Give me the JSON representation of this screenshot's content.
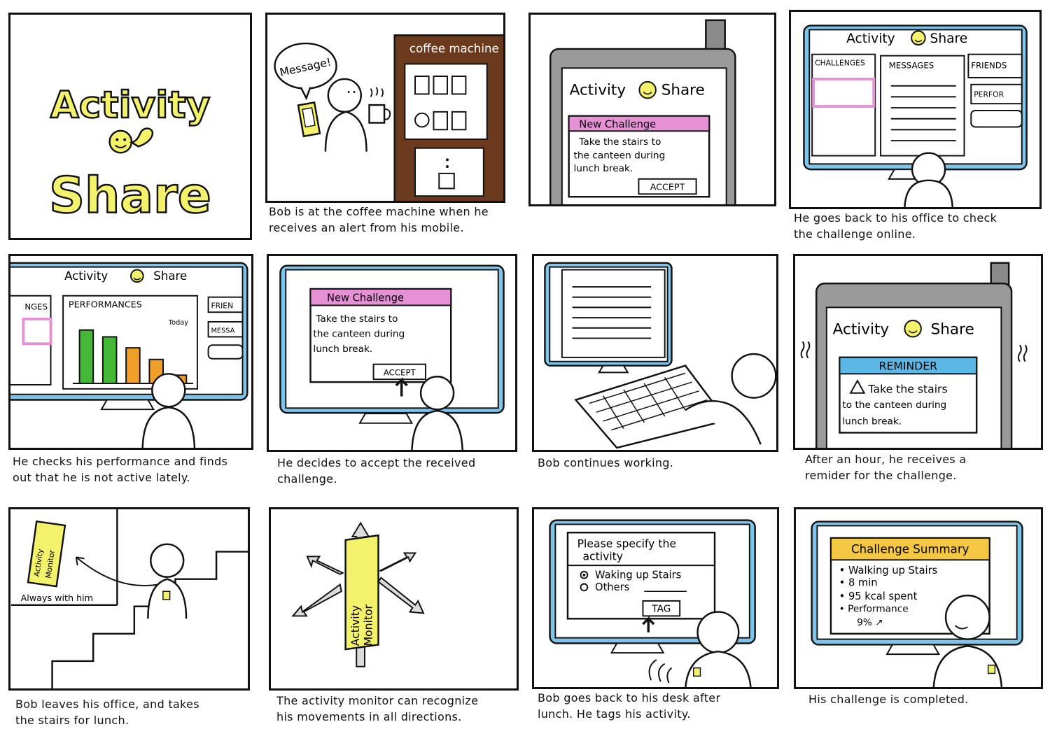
{
  "colors": {
    "yellow": "#f3f26a",
    "pink": "#e691d6",
    "blue": "#5bb7e6",
    "green": "#46b838",
    "orange": "#f0a02a",
    "brown": "#6b3a1c",
    "gray": "#9a9a9a",
    "screen_blue": "#7fc4ea"
  },
  "panels": [
    {
      "logo_top": "Activity",
      "logo_bottom": "Share",
      "caption": ""
    },
    {
      "speech": "Message!",
      "machine_label": "coffee machine",
      "caption_line1": "Bob is at the coffee machine when he",
      "caption_line2": "receives an alert from his mobile."
    },
    {
      "app_title_left": "Activity",
      "app_title_right": "Share",
      "popup_header": "New Challenge",
      "popup_body1": "Take the stairs to",
      "popup_body2": "the canteen during",
      "popup_body3": "lunch break.",
      "accept": "ACCEPT",
      "caption_line1": "",
      "caption_line2": ""
    },
    {
      "app_title_left": "Activity",
      "app_title_right": "Share",
      "tab1": "CHALLENGES",
      "tab2": "MESSAGES",
      "tab3": "FRIENDS",
      "tab4": "PERFOR",
      "caption_line1": "He goes back to his office to check",
      "caption_line2": "the challenge online."
    },
    {
      "app_title_left": "Activity",
      "app_title_right": "Share",
      "tab_left": "NGES",
      "tab_main": "PERFORMANCES",
      "tab_right1": "FRIEN",
      "tab_right2": "MESSA",
      "today": "Today",
      "caption_line1": "He checks his performance and finds",
      "caption_line2": "out that he is not active lately."
    },
    {
      "popup_header": "New Challenge",
      "popup_body1": "Take the stairs to",
      "popup_body2": "the canteen during",
      "popup_body3": "lunch break.",
      "accept": "ACCEPT",
      "caption_line1": "He decides to accept the received",
      "caption_line2": "challenge."
    },
    {
      "caption_line1": "Bob continues working.",
      "caption_line2": ""
    },
    {
      "app_title_left": "Activity",
      "app_title_right": "Share",
      "reminder_header": "REMINDER",
      "reminder_body1": "Take the stairs",
      "reminder_body2": "to the canteen during",
      "reminder_body3": "lunch break.",
      "caption_line1": "After an hour, he receives a",
      "caption_line2": "remider for the challenge."
    },
    {
      "device_label1": "Activity",
      "device_label2": "Monitor",
      "always": "Always with him",
      "caption_line1": "Bob leaves his office, and takes",
      "caption_line2": "the stairs for lunch."
    },
    {
      "device_label1": "Activity",
      "device_label2": "Monitor",
      "caption_line1": "The activity monitor can recognize",
      "caption_line2": "his movements in all directions."
    },
    {
      "form_title1": "Please specify the",
      "form_title2": "activity",
      "option1": "Waking up Stairs",
      "option2": "Others",
      "tag": "TAG",
      "caption_line1": "Bob goes back to his desk after",
      "caption_line2": "lunch. He tags his activity."
    },
    {
      "summary_header": "Challenge Summary",
      "item1": "Walking up Stairs",
      "item2": "8 min",
      "item3": "95 kcal spent",
      "item4": "Performance",
      "item5": "9% ↗",
      "caption_line1": "His challenge is completed.",
      "caption_line2": ""
    }
  ]
}
